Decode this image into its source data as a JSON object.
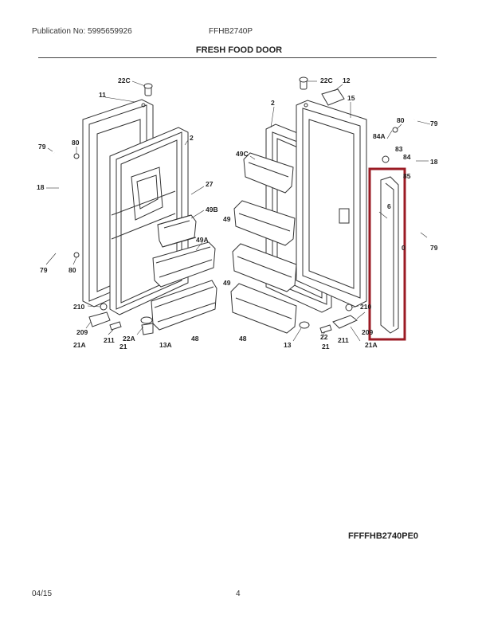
{
  "header": {
    "publication": "Publication No: 5995659926",
    "model": "FFHB2740P",
    "section_title": "FRESH FOOD DOOR"
  },
  "footer": {
    "figure_code": "FFFFHB2740PE0",
    "date": "04/15",
    "page_number": "4"
  },
  "callouts": {
    "c22C_l": "22C",
    "c11": "11",
    "c80_l": "80",
    "c79_l": "79",
    "c2_l": "2",
    "c18_l": "18",
    "c27": "27",
    "c49B": "49B",
    "c79_lb": "79",
    "c80_lb": "80",
    "c49A": "49A",
    "c210_l": "210",
    "c209": "209",
    "c211_l": "211",
    "c22A": "22A",
    "c21A_l": "21A",
    "c21_l": "21",
    "c13A": "13A",
    "c48_l": "48",
    "c22C_r": "22C",
    "c12": "12",
    "c2_r": "2",
    "c15": "15",
    "c49C": "49C",
    "c80_r": "80",
    "c79_r": "79",
    "c84A": "84A",
    "c83": "83",
    "c84": "84",
    "c85": "85",
    "c18_r": "18",
    "c49": "49",
    "c49_b": "49",
    "c79_rb": "79",
    "c210_r": "210",
    "c209_r": "209",
    "c13": "13",
    "c22": "22",
    "c211_r": "211",
    "c21A_r": "21A",
    "c21_r": "21",
    "c48_r": "48",
    "c6": "6",
    "c0": "0"
  },
  "highlight_color": "#9b1b24"
}
